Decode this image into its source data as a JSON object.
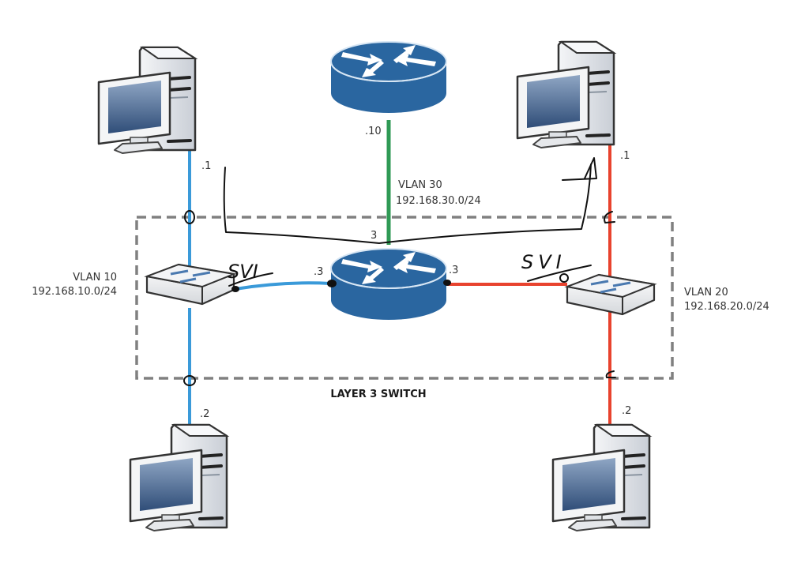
{
  "title": "Layer 3 Switch inter-VLAN routing diagram",
  "colors": {
    "vlan10": "#3a9ad9",
    "vlan20": "#e8432e",
    "vlan30": "#2f9a55",
    "router": "#2a66a0",
    "boundary": "#808080"
  },
  "boundary": {
    "label": "LAYER 3 SWITCH"
  },
  "vlans": [
    {
      "id": "vlan10",
      "name": "VLAN 10",
      "subnet": "192.168.10.0/24"
    },
    {
      "id": "vlan20",
      "name": "VLAN 20",
      "subnet": "192.168.20.0/24"
    },
    {
      "id": "vlan30",
      "name": "VLAN 30",
      "subnet": "192.168.30.0/24"
    }
  ],
  "devices": {
    "pc_top_left": {
      "type": "pc",
      "host": ".1",
      "vlan": "VLAN 10"
    },
    "pc_bottom_left": {
      "type": "pc",
      "host": ".2",
      "vlan": "VLAN 10"
    },
    "pc_top_right": {
      "type": "pc",
      "host": ".1",
      "vlan": "VLAN 20"
    },
    "pc_bottom_right": {
      "type": "pc",
      "host": ".2",
      "vlan": "VLAN 20"
    },
    "router_top": {
      "type": "router",
      "host": ".10",
      "vlan": "VLAN 30"
    },
    "router_center": {
      "type": "router",
      "interfaces": [
        ".3",
        ".3",
        "3"
      ]
    },
    "switch_left": {
      "type": "switch",
      "vlan": "VLAN 10"
    },
    "switch_right": {
      "type": "switch",
      "vlan": "VLAN 20"
    }
  },
  "annotations": {
    "svi_left": "SVI",
    "svi_right": "SVI",
    "green_iface": "3",
    "left_iface": ".3",
    "right_iface": ".3"
  }
}
